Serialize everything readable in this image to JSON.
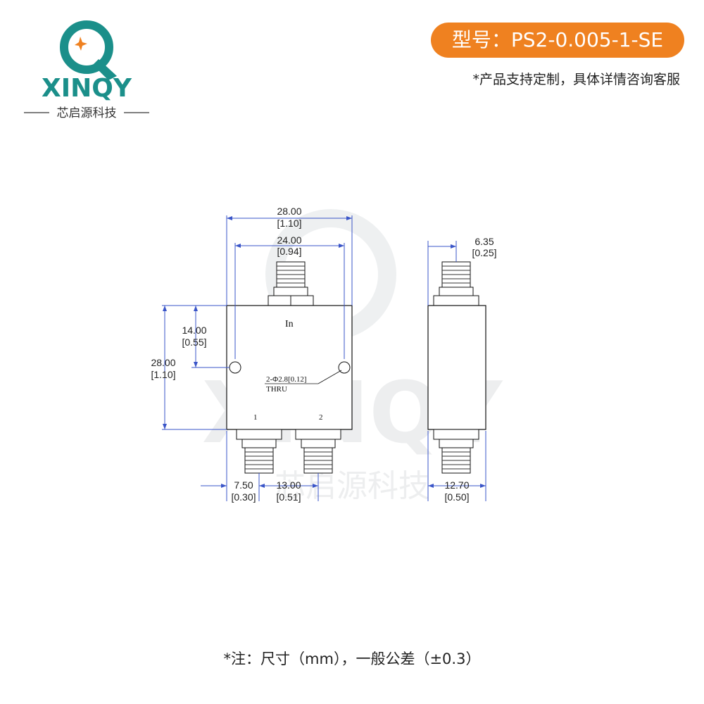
{
  "brand": {
    "wordmark": "XINQY",
    "subtitle": "芯启源科技",
    "accent_color": "#ef8120",
    "teal_color": "#1b8f8a"
  },
  "badge": {
    "text": "型号：PS2-0.005-1-SE"
  },
  "custom_note": "*产品支持定制，具体详情咨询客服",
  "drawing": {
    "front_view": {
      "port_in_label": "In",
      "port_1_label": "1",
      "port_2_label": "2",
      "hole_note": "2-Φ2.8[0.12]",
      "hole_note_2": "THRU",
      "dim_width_mm": "28.00",
      "dim_width_in": "[1.10]",
      "dim_hole_pitch_mm": "24.00",
      "dim_hole_pitch_in": "[0.94]",
      "dim_height_mm": "28.00",
      "dim_height_in": "[1.10]",
      "dim_hole_height_mm": "14.00",
      "dim_hole_height_in": "[0.55]",
      "dim_port1_offset_mm": "7.50",
      "dim_port1_offset_in": "[0.30]",
      "dim_port_pitch_mm": "13.00",
      "dim_port_pitch_in": "[0.51]"
    },
    "side_view": {
      "dim_port_offset_mm": "6.35",
      "dim_port_offset_in": "[0.25]",
      "dim_thickness_mm": "12.70",
      "dim_thickness_in": "[0.50]"
    },
    "watermark_text": "XINQY",
    "watermark_subtitle": "芯启源科技"
  },
  "bottom_note": "*注：尺寸（mm），一般公差（±0.3）"
}
